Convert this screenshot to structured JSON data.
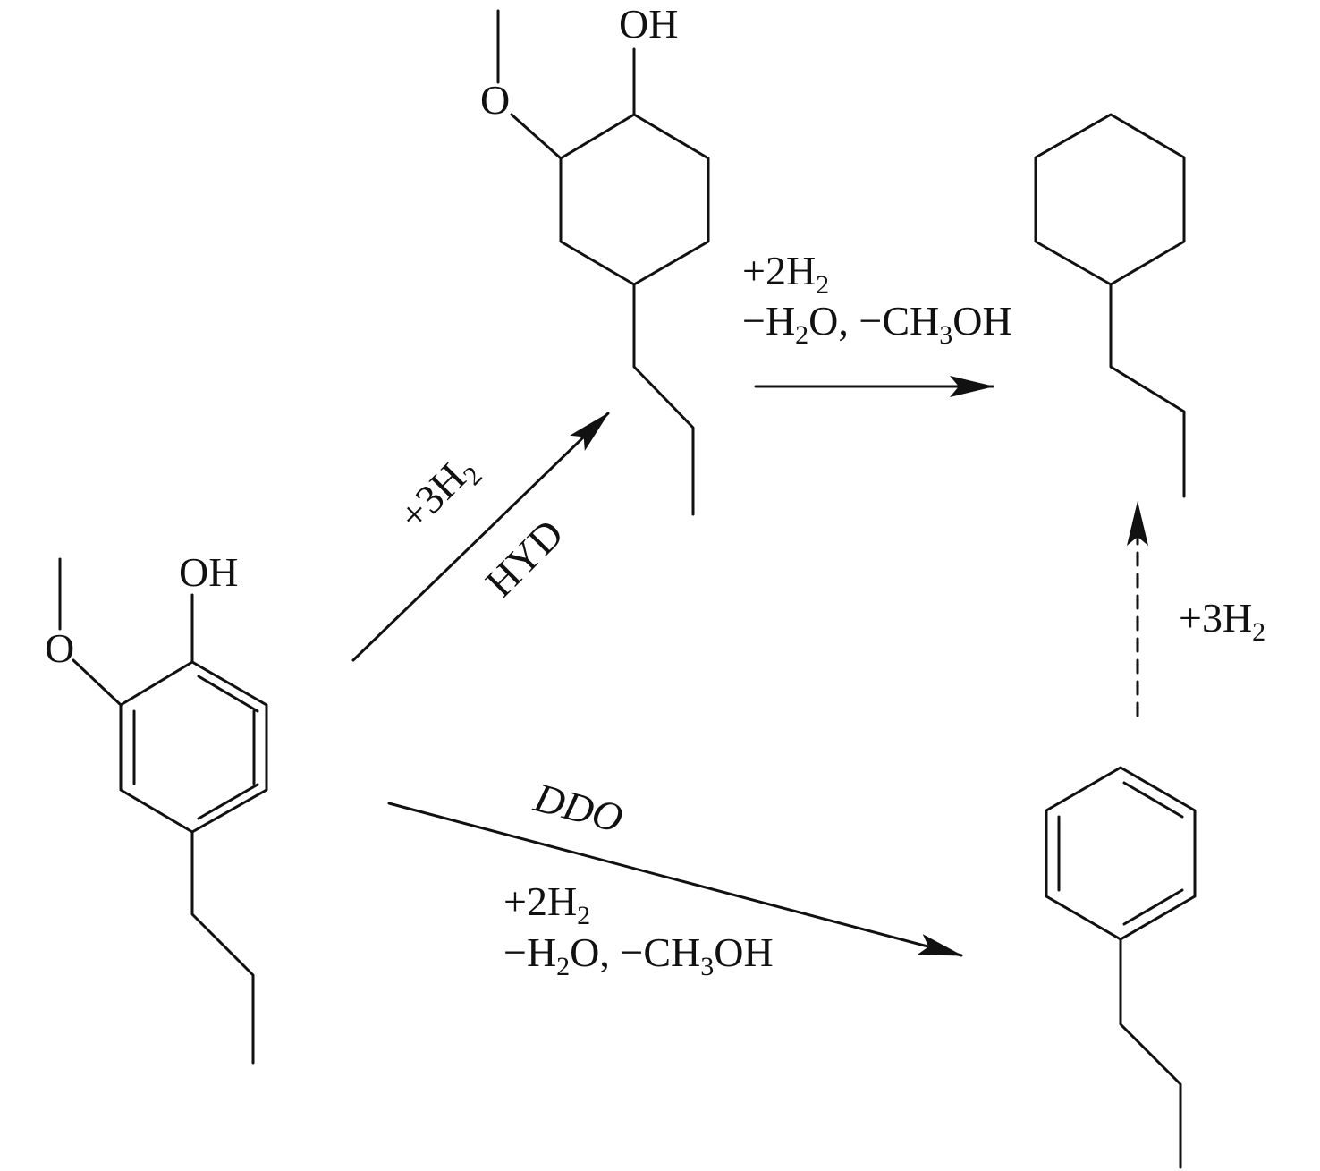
{
  "molecules": {
    "guaiacol": {
      "oh": "OH",
      "o": "O"
    },
    "hydrogenated": {
      "oh": "OH",
      "o": "O"
    }
  },
  "reactions": {
    "hyd": {
      "reagent_main": "+3H",
      "reagent_sub": "2",
      "label": "HYD"
    },
    "hdo_top": {
      "line1_main": "+2H",
      "line1_sub": "2",
      "line2": [
        "−H",
        "2",
        "O, −CH",
        "3",
        "OH"
      ]
    },
    "ddo": {
      "label": "DDO",
      "line1_main": "+2H",
      "line1_sub": "2",
      "line2": [
        "−H",
        "2",
        "O, −CH",
        "3",
        "OH"
      ]
    },
    "ring_hyd": {
      "reagent_main": "+3H",
      "reagent_sub": "2"
    }
  },
  "colors": {
    "ink": "#111111"
  }
}
